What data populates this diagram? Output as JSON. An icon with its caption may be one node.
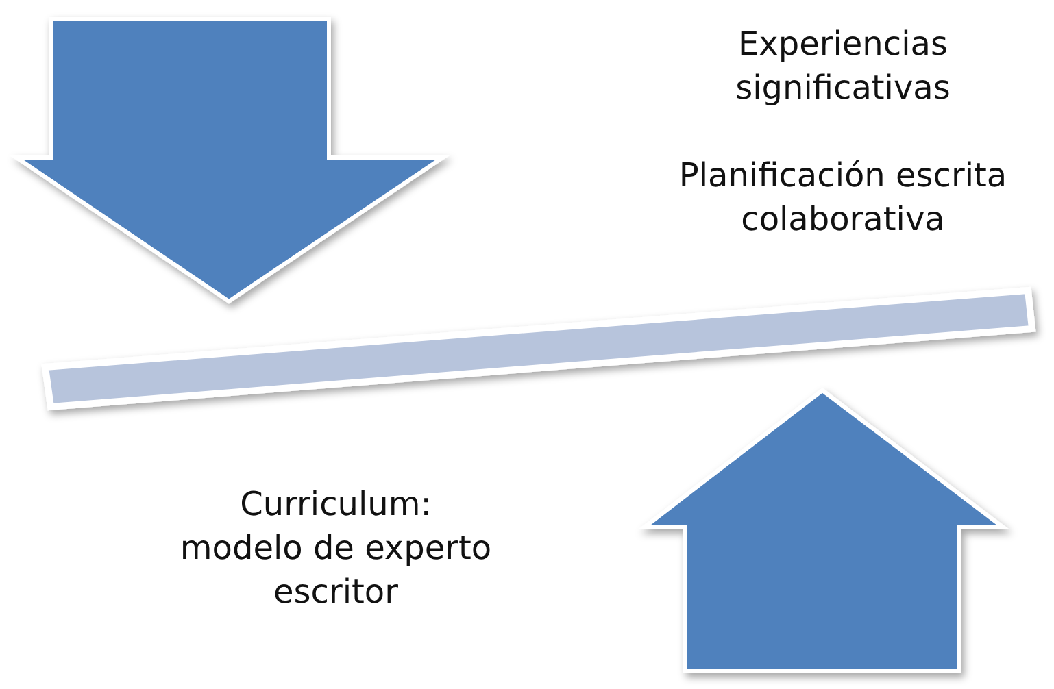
{
  "diagram": {
    "labels": [
      "Experiencias significativas",
      "Planificación escrita colaborativa",
      "Curriculum: modelo de experto escritor"
    ]
  }
}
